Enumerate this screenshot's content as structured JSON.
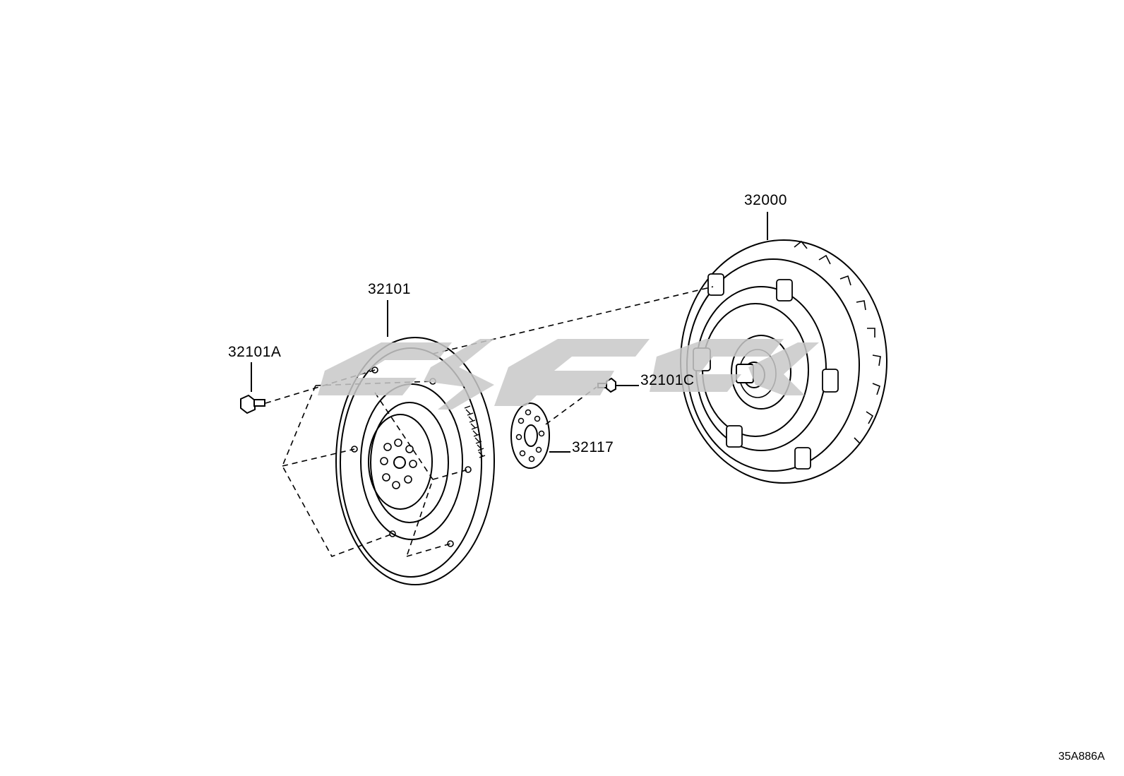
{
  "diagram": {
    "figure_code": "35A886A",
    "parts": [
      {
        "part_number": "32000",
        "icon": "torque-converter-icon"
      },
      {
        "part_number": "32101",
        "icon": "flywheel-drive-plate-icon"
      },
      {
        "part_number": "32101A",
        "icon": "bolt-icon"
      },
      {
        "part_number": "32101C",
        "icon": "bolt-icon"
      },
      {
        "part_number": "32117",
        "icon": "spacer-plate-icon"
      }
    ],
    "watermark": {
      "color": "#c8c8c8"
    },
    "colors": {
      "line": "#000000",
      "background": "#ffffff"
    }
  }
}
